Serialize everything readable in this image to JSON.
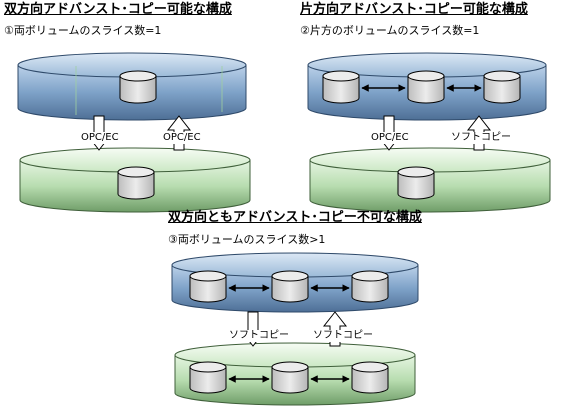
{
  "section1": {
    "title": "双方向アドバンスト･コピー可能な構成",
    "subtitle": "①両ボリュームのスライス数=1",
    "arrow_left_label": "OPC/EC",
    "arrow_right_label": "OPC/EC"
  },
  "section2": {
    "title": "片方向アドバンスト･コピー可能な構成",
    "subtitle": "②片方のボリュームのスライス数=1",
    "arrow_left_label": "OPC/EC",
    "arrow_right_label": "ソフトコピー"
  },
  "section3": {
    "title": "双方向ともアドバンスト･コピー不可な構成",
    "subtitle": "③両ボリュームのスライス数>1",
    "arrow_left_label": "ソフトコピー",
    "arrow_right_label": "ソフトコピー"
  },
  "colors": {
    "volume_blue": "#7ea2c8",
    "volume_green": "#b8ddb0",
    "slice_fill": "#d8d8d8"
  }
}
